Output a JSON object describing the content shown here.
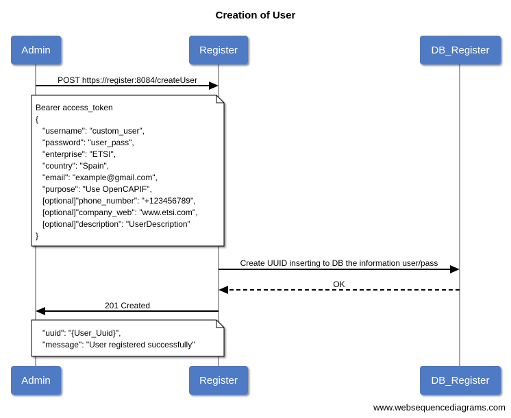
{
  "title": "Creation of User",
  "colors": {
    "actor_fill": "#4f7ac4",
    "line": "#000000",
    "lifeline": "#888888"
  },
  "actors": [
    {
      "name": "Admin"
    },
    {
      "name": "Register"
    },
    {
      "name": "DB_Register"
    }
  ],
  "messages": [
    {
      "label": "POST https://register:8084/createUser",
      "from": "Admin",
      "to": "Register",
      "style": "solid"
    },
    {
      "label": "Create UUID inserting to DB the information user/pass",
      "from": "Register",
      "to": "DB_Register",
      "style": "solid"
    },
    {
      "label": "OK",
      "from": "DB_Register",
      "to": "Register",
      "style": "dashed"
    },
    {
      "label": "201 Created",
      "from": "Register",
      "to": "Admin",
      "style": "solid"
    }
  ],
  "notes": [
    {
      "lines": [
        "Bearer access_token",
        "{",
        "   \"username\": \"custom_user\",",
        "   \"password\": \"user_pass\",",
        "   \"enterprise\": \"ETSI\",",
        "   \"country\": \"Spain\",",
        "   \"email\": \"example@gmail.com\",",
        "   \"purpose\": \"Use OpenCAPIF\",",
        "   [optional]\"phone_number\": \"+123456789\",",
        "   [optional]\"company_web\": \"www.etsi.com\",",
        "   [optional]\"description\": \"UserDescription\"",
        "}"
      ]
    },
    {
      "lines": [
        "   \"uuid\": \"{User_Uuid}\",",
        "   \"message\": \"User registered successfully\""
      ]
    }
  ],
  "watermark": "www.websequencediagrams.com"
}
